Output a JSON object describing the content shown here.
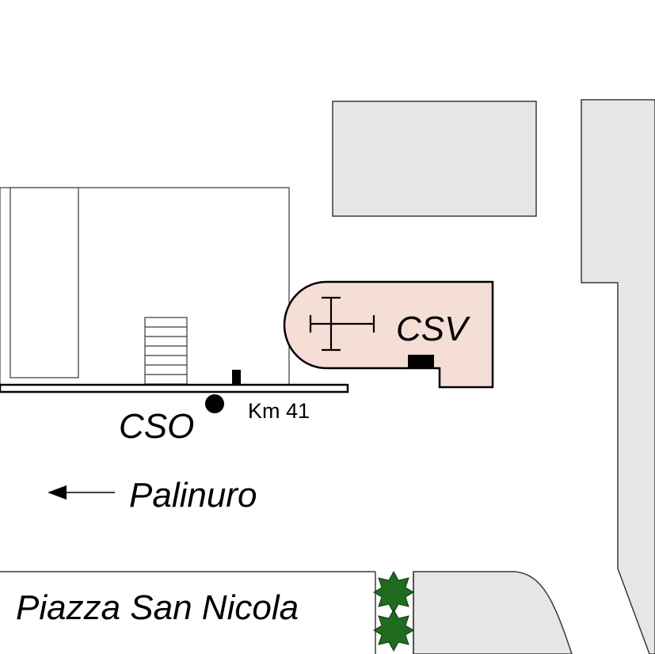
{
  "labels": {
    "csv": "CSV",
    "cso": "CSO",
    "km": "Km 41",
    "direction": "Palinuro",
    "square": "Piazza San Nicola"
  },
  "colors": {
    "background": "#ffffff",
    "block_fill": "#e6e6e6",
    "block_stroke": "#3a3a3a",
    "church_fill": "#f5ded6",
    "tree_fill": "#1f6b1f",
    "ink": "#000000"
  },
  "icons": {
    "church": "cross-icon",
    "stop": "stop-dot-icon",
    "arrow": "arrow-left-icon",
    "tree": "tree-icon"
  }
}
